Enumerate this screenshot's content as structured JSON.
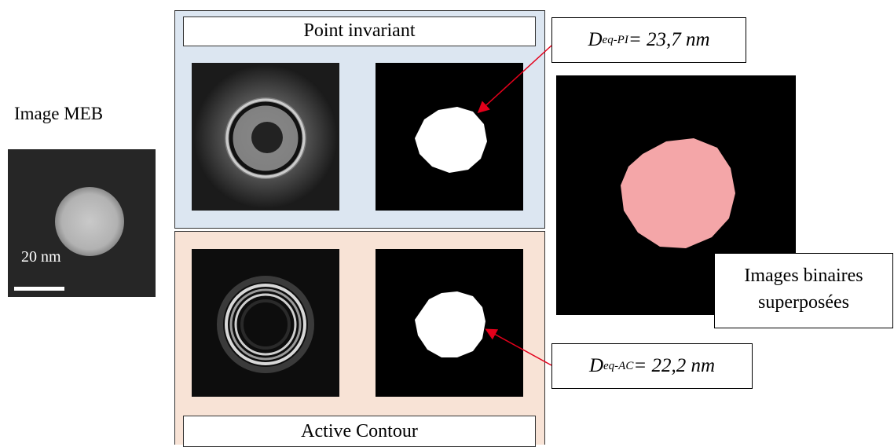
{
  "sem": {
    "title": "Image MEB",
    "scale_label": "20 nm"
  },
  "point_invariant": {
    "label": "Point invariant",
    "callout": {
      "prefix": "D",
      "subscript": "eq-PI",
      "value": "= 23,7 nm"
    }
  },
  "active_contour": {
    "label": "Active Contour",
    "callout": {
      "prefix": "D",
      "subscript": "eq-AC",
      "value": "= 22,2 nm"
    }
  },
  "superposed": {
    "label_line1": "Images binaires",
    "label_line2": "superposées"
  },
  "colors": {
    "panel_pi_bg": "#dce6f1",
    "panel_ac_bg": "#f8e3d6",
    "arrow": "#e3001b",
    "overlay_fill": "#f4a6a8"
  }
}
